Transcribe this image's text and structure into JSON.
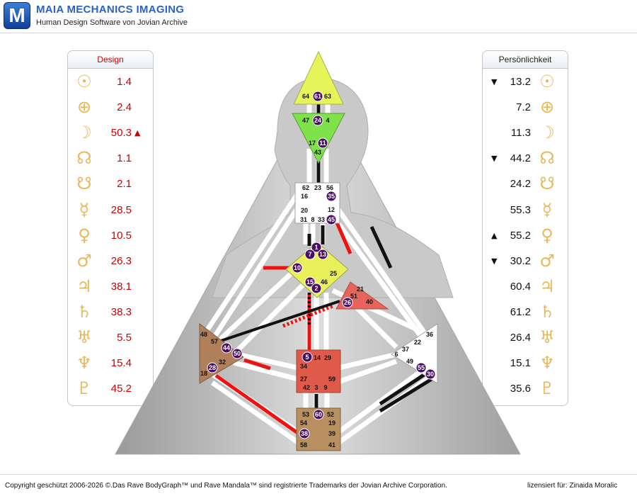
{
  "app": {
    "logo_letter": "M",
    "title": "MAIA MECHANICS IMAGING",
    "subtitle": "Human Design Software von Jovian Archive"
  },
  "design": {
    "header": "Design",
    "rows": [
      {
        "planet": "sun-icon",
        "glyph": "☉",
        "value": "1.4",
        "mark": ""
      },
      {
        "planet": "earth-icon",
        "glyph": "⊕",
        "value": "2.4",
        "mark": ""
      },
      {
        "planet": "moon-icon",
        "glyph": "☽",
        "value": "50.3",
        "mark": "▲"
      },
      {
        "planet": "north-node-icon",
        "glyph": "☊",
        "value": "1.1",
        "mark": ""
      },
      {
        "planet": "south-node-icon",
        "glyph": "☋",
        "value": "2.1",
        "mark": ""
      },
      {
        "planet": "mercury-icon",
        "glyph": "☿",
        "value": "28.5",
        "mark": ""
      },
      {
        "planet": "venus-icon",
        "glyph": "♀",
        "value": "10.5",
        "mark": ""
      },
      {
        "planet": "mars-icon",
        "glyph": "♂",
        "value": "26.3",
        "mark": ""
      },
      {
        "planet": "jupiter-icon",
        "glyph": "♃",
        "value": "38.1",
        "mark": ""
      },
      {
        "planet": "saturn-icon",
        "glyph": "♄",
        "value": "38.3",
        "mark": ""
      },
      {
        "planet": "uranus-icon",
        "glyph": "♅",
        "value": "5.5",
        "mark": ""
      },
      {
        "planet": "neptune-icon",
        "glyph": "♆",
        "value": "15.4",
        "mark": ""
      },
      {
        "planet": "pluto-icon",
        "glyph": "♇",
        "value": "45.2",
        "mark": ""
      }
    ]
  },
  "personality": {
    "header": "Persönlichkeit",
    "rows": [
      {
        "planet": "sun-icon",
        "glyph": "☉",
        "value": "13.2",
        "mark": "▼"
      },
      {
        "planet": "earth-icon",
        "glyph": "⊕",
        "value": "7.2",
        "mark": ""
      },
      {
        "planet": "moon-icon",
        "glyph": "☽",
        "value": "11.3",
        "mark": ""
      },
      {
        "planet": "north-node-icon",
        "glyph": "☊",
        "value": "44.2",
        "mark": "▼"
      },
      {
        "planet": "south-node-icon",
        "glyph": "☋",
        "value": "24.2",
        "mark": ""
      },
      {
        "planet": "mercury-icon",
        "glyph": "☿",
        "value": "55.3",
        "mark": ""
      },
      {
        "planet": "venus-icon",
        "glyph": "♀",
        "value": "55.2",
        "mark": "▲"
      },
      {
        "planet": "mars-icon",
        "glyph": "♂",
        "value": "30.2",
        "mark": "▼"
      },
      {
        "planet": "jupiter-icon",
        "glyph": "♃",
        "value": "60.4",
        "mark": ""
      },
      {
        "planet": "saturn-icon",
        "glyph": "♄",
        "value": "61.2",
        "mark": ""
      },
      {
        "planet": "uranus-icon",
        "glyph": "♅",
        "value": "26.4",
        "mark": ""
      },
      {
        "planet": "neptune-icon",
        "glyph": "♆",
        "value": "15.1",
        "mark": ""
      },
      {
        "planet": "pluto-icon",
        "glyph": "♇",
        "value": "35.6",
        "mark": ""
      }
    ]
  },
  "bodygraph": {
    "colors": {
      "design": "#ee1111",
      "personality": "#111111",
      "head": "#e6f55a",
      "ajna": "#7ee24a",
      "throat": "#ffffff",
      "g": "#e8f05a",
      "ego": "#e8645a",
      "sacral": "#e05a4a",
      "spleen": "#b0805a",
      "solar": "#ffffff",
      "root": "#b89060",
      "gate_badge": "#4a0d63"
    },
    "gates": [
      {
        "id": "g64",
        "label": "64",
        "badge": false
      },
      {
        "id": "g61",
        "label": "61",
        "badge": true
      },
      {
        "id": "g63",
        "label": "63",
        "badge": false
      },
      {
        "id": "g47",
        "label": "47",
        "badge": false
      },
      {
        "id": "g24",
        "label": "24",
        "badge": true
      },
      {
        "id": "g4",
        "label": "4",
        "badge": false
      },
      {
        "id": "g17",
        "label": "17",
        "badge": false
      },
      {
        "id": "g11",
        "label": "11",
        "badge": true
      },
      {
        "id": "g43",
        "label": "43",
        "badge": false
      },
      {
        "id": "g62",
        "label": "62",
        "badge": false
      },
      {
        "id": "g23",
        "label": "23",
        "badge": false
      },
      {
        "id": "g56",
        "label": "56",
        "badge": false
      },
      {
        "id": "g16",
        "label": "16",
        "badge": false
      },
      {
        "id": "g35",
        "label": "35",
        "badge": true
      },
      {
        "id": "g20",
        "label": "20",
        "badge": false
      },
      {
        "id": "g12",
        "label": "12",
        "badge": false
      },
      {
        "id": "g31",
        "label": "31",
        "badge": false
      },
      {
        "id": "g8",
        "label": "8",
        "badge": false
      },
      {
        "id": "g33",
        "label": "33",
        "badge": false
      },
      {
        "id": "g45",
        "label": "45",
        "badge": true
      },
      {
        "id": "g1",
        "label": "1",
        "badge": true
      },
      {
        "id": "g7",
        "label": "7",
        "badge": true
      },
      {
        "id": "g13",
        "label": "13",
        "badge": true
      },
      {
        "id": "g10",
        "label": "10",
        "badge": true
      },
      {
        "id": "g25",
        "label": "25",
        "badge": false
      },
      {
        "id": "g15",
        "label": "15",
        "badge": true
      },
      {
        "id": "g46",
        "label": "46",
        "badge": false
      },
      {
        "id": "g2",
        "label": "2",
        "badge": true
      },
      {
        "id": "g21",
        "label": "21",
        "badge": false
      },
      {
        "id": "g51",
        "label": "51",
        "badge": false
      },
      {
        "id": "g26",
        "label": "26",
        "badge": true
      },
      {
        "id": "g40",
        "label": "40",
        "badge": false
      },
      {
        "id": "g48",
        "label": "48",
        "badge": false
      },
      {
        "id": "g57",
        "label": "57",
        "badge": false
      },
      {
        "id": "g44",
        "label": "44",
        "badge": true
      },
      {
        "id": "g50",
        "label": "50",
        "badge": true
      },
      {
        "id": "g32",
        "label": "32",
        "badge": false
      },
      {
        "id": "g28",
        "label": "28",
        "badge": true
      },
      {
        "id": "g18",
        "label": "18",
        "badge": false
      },
      {
        "id": "g5",
        "label": "5",
        "badge": true
      },
      {
        "id": "g14",
        "label": "14",
        "badge": false
      },
      {
        "id": "g29",
        "label": "29",
        "badge": false
      },
      {
        "id": "g34",
        "label": "34",
        "badge": false
      },
      {
        "id": "g27",
        "label": "27",
        "badge": false
      },
      {
        "id": "g59",
        "label": "59",
        "badge": false
      },
      {
        "id": "g42",
        "label": "42",
        "badge": false
      },
      {
        "id": "g3",
        "label": "3",
        "badge": false
      },
      {
        "id": "g9",
        "label": "9",
        "badge": false
      },
      {
        "id": "g36",
        "label": "36",
        "badge": false
      },
      {
        "id": "g22",
        "label": "22",
        "badge": false
      },
      {
        "id": "g37",
        "label": "37",
        "badge": false
      },
      {
        "id": "g6",
        "label": "6",
        "badge": false
      },
      {
        "id": "g49",
        "label": "49",
        "badge": false
      },
      {
        "id": "g55",
        "label": "55",
        "badge": true
      },
      {
        "id": "g30",
        "label": "30",
        "badge": true
      },
      {
        "id": "g53",
        "label": "53",
        "badge": false
      },
      {
        "id": "g60",
        "label": "60",
        "badge": true
      },
      {
        "id": "g52",
        "label": "52",
        "badge": false
      },
      {
        "id": "g54",
        "label": "54",
        "badge": false
      },
      {
        "id": "g19",
        "label": "19",
        "badge": false
      },
      {
        "id": "g38",
        "label": "38",
        "badge": true
      },
      {
        "id": "g39",
        "label": "39",
        "badge": false
      },
      {
        "id": "g58",
        "label": "58",
        "badge": false
      },
      {
        "id": "g41",
        "label": "41",
        "badge": false
      }
    ]
  },
  "footer": {
    "copyright": "Copyright geschützt 2006-2026 ©.Das Rave BodyGraph™ und Rave Mandala™ sind registrierte Trademarks der Jovian Archive Corporation.",
    "license": "lizensiert für: Zinaida Moralic"
  }
}
